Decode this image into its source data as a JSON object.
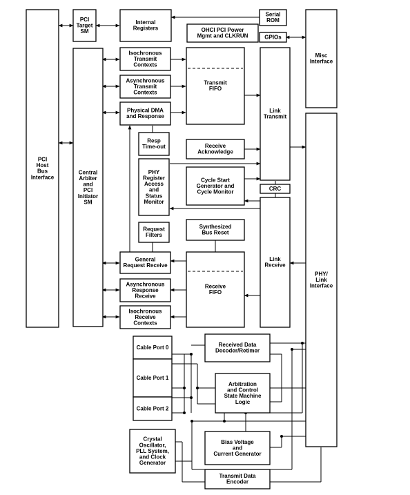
{
  "blocks": {
    "pci_host": [
      "PCI",
      "Host",
      "Bus",
      "Interface"
    ],
    "pci_target_sm": [
      "PCI",
      "Target",
      "SM"
    ],
    "internal_registers": [
      "Internal",
      "Registers"
    ],
    "serial_rom": [
      "Serial",
      "ROM"
    ],
    "ohci_power": [
      "OHCI PCI Power",
      "Mgmt and CLKRUN"
    ],
    "gpios": [
      "GPIOs"
    ],
    "misc_interface": [
      "Misc",
      "Interface"
    ],
    "central_arbiter": [
      "Central",
      "Arbiter",
      "and",
      "PCI",
      "Initiator",
      "SM"
    ],
    "iso_transmit": [
      "Isochronous",
      "Transmit",
      "Contexts"
    ],
    "async_transmit": [
      "Asynchronous",
      "Transmit",
      "Contexts"
    ],
    "physical_dma": [
      "Physical DMA",
      "and Response"
    ],
    "transmit_fifo": [
      "Transmit",
      "FIFO"
    ],
    "link_transmit": [
      "Link",
      "Transmit"
    ],
    "resp_timeout": [
      "Resp",
      "Time-out"
    ],
    "receive_ack": [
      "Receive",
      "Acknowledge"
    ],
    "phy_register": [
      "PHY",
      "Register",
      "Access",
      "and",
      "Status",
      "Monitor"
    ],
    "cycle_start": [
      "Cycle Start",
      "Generator and",
      "Cycle Monitor"
    ],
    "crc": [
      "CRC"
    ],
    "request_filters": [
      "Request",
      "Filters"
    ],
    "synth_bus_reset": [
      "Synthesized",
      "Bus Reset"
    ],
    "link_receive": [
      "Link",
      "Receive"
    ],
    "general_request": [
      "General",
      "Request Receive"
    ],
    "receive_fifo": [
      "Receive",
      "FIFO"
    ],
    "async_response": [
      "Asynchronous",
      "Response",
      "Receive"
    ],
    "iso_receive": [
      "Isochronous",
      "Receive",
      "Contexts"
    ],
    "phy_link": [
      "PHY/",
      "Link",
      "Interface"
    ],
    "cable_port_0": [
      "Cable Port 0"
    ],
    "cable_port_1": [
      "Cable Port 1"
    ],
    "cable_port_2": [
      "Cable Port 2"
    ],
    "received_data_decoder": [
      "Received Data",
      "Decoder/Retimer"
    ],
    "arbitration": [
      "Arbitration",
      "and Control",
      "State Machine",
      "Logic"
    ],
    "crystal": [
      "Crystal",
      "Oscillator,",
      "PLL System,",
      "and Clock",
      "Generator"
    ],
    "bias_voltage": [
      "Bias Voltage",
      "and",
      "Current Generator"
    ],
    "transmit_encoder": [
      "Transmit Data",
      "Encoder"
    ]
  }
}
